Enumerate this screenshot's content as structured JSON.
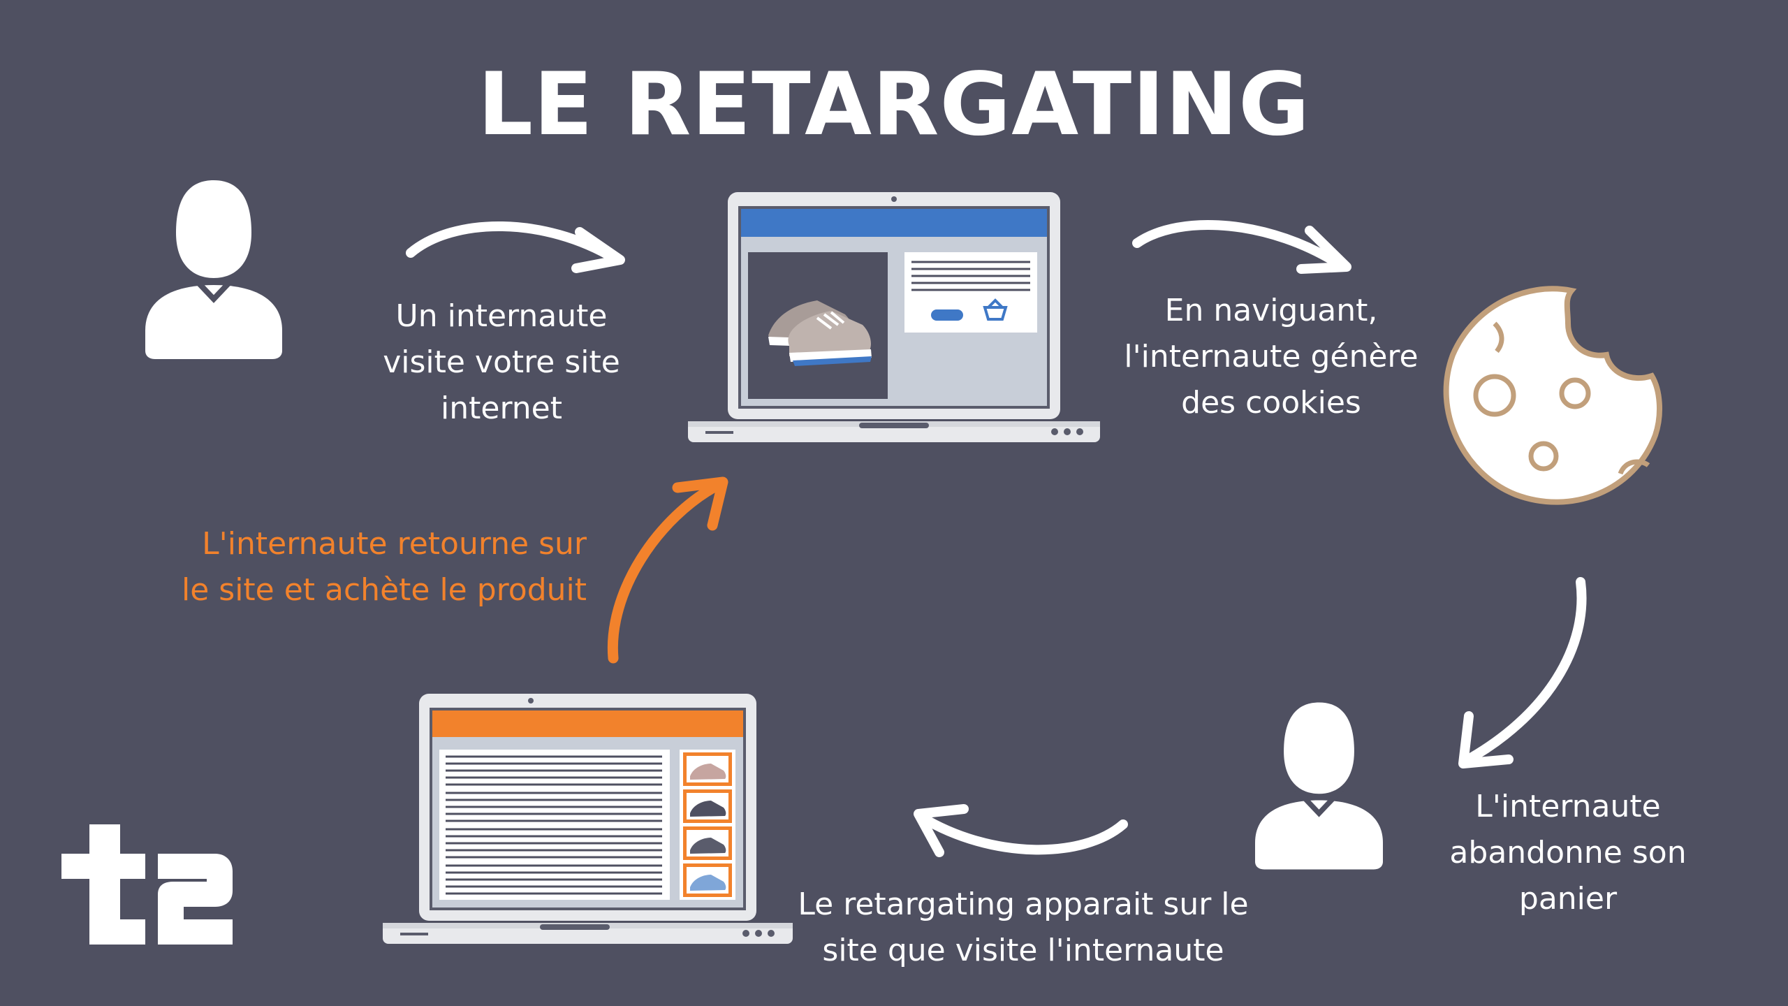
{
  "title": "LE RETARGATING",
  "steps": {
    "visit": "Un internaute visite votre site internet",
    "cookies": "En naviguant, l'internaute génère des cookies",
    "abandon": "L'internaute abandonne son panier",
    "retargeting": "Le retargating apparait sur le site que visite l'internaute",
    "return": "L'internaute retourne sur le site et achète le produit"
  },
  "colors": {
    "background": "#4f5061",
    "text": "#ffffff",
    "accent": "#f2822c",
    "site_header": "#3f78c6",
    "cookie_outline": "#c19f7b"
  },
  "icons": {
    "user": "user-icon",
    "laptop": "laptop-icon",
    "cookie": "cookie-icon",
    "arrow": "curved-arrow-icon",
    "logo": "t2-logo"
  }
}
